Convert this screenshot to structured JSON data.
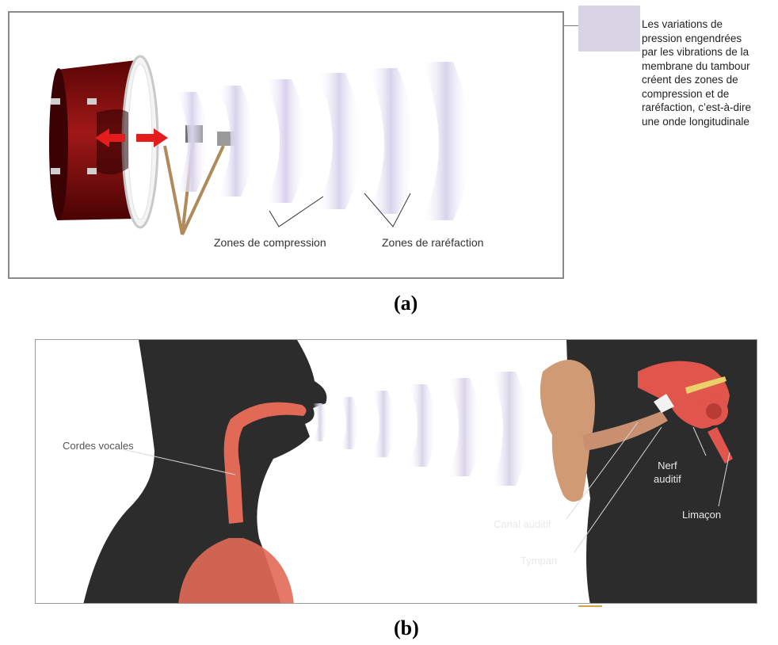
{
  "panel_a": {
    "labels": {
      "compression": "Zones de compression",
      "rarefaction": "Zones de raréfaction"
    },
    "side_note_lines": [
      "Les variations de",
      "pression engendrées",
      "par les vibrations de la",
      "membrane du tambour",
      "créent des zones de",
      "compression et de",
      "raréfaction, c’est-à-dire",
      "une onde longitudinale"
    ],
    "caption": "(a)"
  },
  "panel_b": {
    "labels": {
      "vocal_cords": "Cordes vocales",
      "auditory_nerve_line1": "Nerf",
      "auditory_nerve_line2": "auditif",
      "cochlea": "Limaçon",
      "ear_canal": "Canal auditif",
      "eardrum": "Tympan"
    },
    "caption": "(b)"
  },
  "colors": {
    "drum": "#7a0a0a",
    "arrow": "#e51c1c",
    "silhouette": "#2c2c2c",
    "airway": "#e06a55",
    "ear": "#cf9a74",
    "waves": "#d9d3ea",
    "swatch": "#d9d3e6"
  }
}
